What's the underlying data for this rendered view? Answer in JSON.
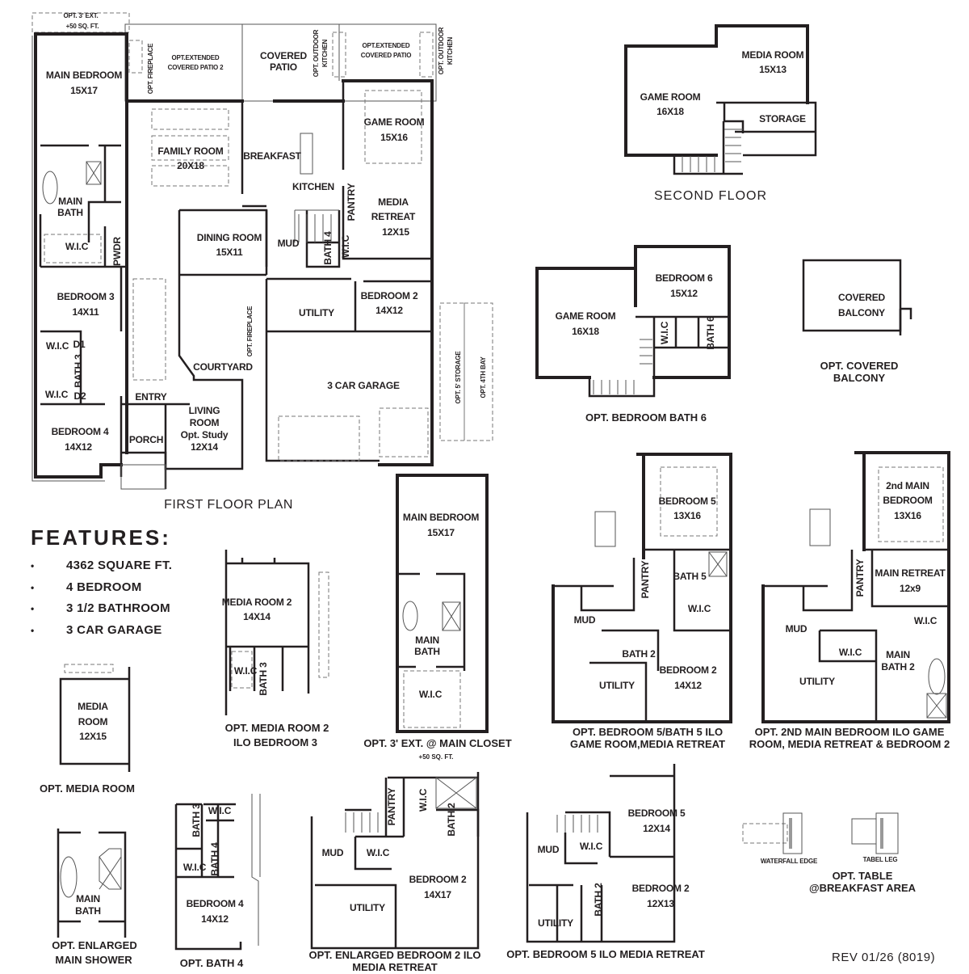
{
  "first_floor": {
    "title": "FIRST FLOOR PLAN",
    "rooms": {
      "opt_3ft_ext": "OPT. 3' EXT.",
      "opt_3ft_ext_sqft": "+50 SQ. FT.",
      "main_bedroom": "MAIN BEDROOM",
      "main_bedroom_size": "15X17",
      "opt_fireplace": "OPT. FIREPLACE",
      "opt_ext_patio2_a": "OPT.EXTENDED",
      "opt_ext_patio2_b": "COVERED PATIO 2",
      "covered_patio_a": "COVERED",
      "covered_patio_b": "PATIO",
      "opt_outdoor_kitchen_a": "OPT. OUTDOOR",
      "opt_outdoor_kitchen_b": "KITCHEN",
      "opt_ext_patio_a": "OPT.EXTENDED",
      "opt_ext_patio_b": "COVERED PATIO",
      "family_room": "FAMILY ROOM",
      "family_room_size": "20X18",
      "breakfast": "BREAKFAST",
      "kitchen": "KITCHEN",
      "pantry": "PANTRY",
      "game_room": "GAME ROOM",
      "game_room_size": "15X16",
      "media_retreat_a": "MEDIA",
      "media_retreat_b": "RETREAT",
      "media_retreat_size": "12X15",
      "main_bath_a": "MAIN",
      "main_bath_b": "BATH",
      "wic": "W.I.C",
      "pwdr": "PWDR",
      "dining_room": "DINING ROOM",
      "dining_room_size": "15X11",
      "mud": "MUD",
      "bath4": "BATH 4",
      "wic_small": "W.I.C",
      "bedroom3": "BEDROOM 3",
      "bedroom3_size": "14X11",
      "wic1": "W.I.C",
      "d1": "D1",
      "bath3": "BATH 3",
      "wic2": "W.I.C",
      "d2": "D2",
      "bedroom4": "BEDROOM 4",
      "bedroom4_size": "14X12",
      "entry": "ENTRY",
      "porch": "PORCH",
      "courtyard": "COURTYARD",
      "opt_fireplace2": "OPT. FIREPLACE",
      "living_room_a": "LIVING",
      "living_room_b": "ROOM",
      "living_room_c": "Opt. Study",
      "living_room_size": "12X14",
      "utility": "UTILITY",
      "bedroom2": "BEDROOM 2",
      "bedroom2_size": "14X12",
      "garage": "3 CAR GARAGE",
      "opt_storage": "OPT. 5' STORAGE",
      "opt_4th_bay": "OPT. 4TH BAY"
    }
  },
  "second_floor": {
    "title": "SECOND FLOOR",
    "game_room": "GAME ROOM",
    "game_room_size": "16X18",
    "media_room": "MEDIA ROOM",
    "media_room_size": "15X13",
    "storage": "STORAGE"
  },
  "opt_bedroom_bath6": {
    "caption": "OPT. BEDROOM BATH 6",
    "game_room": "GAME ROOM",
    "game_room_size": "16X18",
    "bedroom6": "BEDROOM 6",
    "bedroom6_size": "15X12",
    "wic": "W.I.C",
    "bath6": "BATH 6"
  },
  "opt_covered_balcony": {
    "caption_a": "OPT. COVERED",
    "caption_b": "BALCONY",
    "label_a": "COVERED",
    "label_b": "BALCONY"
  },
  "features": {
    "heading": "FEATURES:",
    "bullet": "•",
    "items": [
      "4362 SQUARE FT.",
      "4 BEDROOM",
      "3 1/2 BATHROOM",
      "3 CAR GARAGE"
    ]
  },
  "opt_media_room2": {
    "caption_a": "OPT. MEDIA ROOM 2",
    "caption_b": "ILO BEDROOM 3",
    "media_room2": "MEDIA ROOM 2",
    "size": "14X14",
    "wic": "W.I.C",
    "bath3": "BATH 3"
  },
  "opt_3ft_main_closet": {
    "caption": "OPT. 3' EXT. @ MAIN CLOSET",
    "sub": "+50 SQ. FT.",
    "main_bedroom": "MAIN BEDROOM",
    "size": "15X17",
    "main_bath_a": "MAIN",
    "main_bath_b": "BATH",
    "wic": "W.I.C"
  },
  "opt_bedroom5_bath5": {
    "caption_a": "OPT. BEDROOM 5/BATH 5 ILO",
    "caption_b": "GAME ROOM,MEDIA RETREAT",
    "bedroom5": "BEDROOM 5",
    "bedroom5_size": "13X16",
    "pantry": "PANTRY",
    "bath5": "BATH 5",
    "wic": "W.I.C",
    "mud": "MUD",
    "bath2": "BATH 2",
    "utility": "UTILITY",
    "bedroom2": "BEDROOM 2",
    "bedroom2_size": "14X12"
  },
  "opt_2nd_main_bedroom": {
    "caption_a": "OPT. 2ND MAIN BEDROOM ILO GAME",
    "caption_b": "ROOM, MEDIA RETREAT & BEDROOM 2",
    "bedroom_a": "2nd MAIN",
    "bedroom_b": "BEDROOM",
    "bedroom_size": "13X16",
    "pantry": "PANTRY",
    "main_retreat": "MAIN RETREAT",
    "main_retreat_size": "12x9",
    "wic1": "W.I.C",
    "mud": "MUD",
    "wic2": "W.I.C",
    "main_bath2_a": "MAIN",
    "main_bath2_b": "BATH 2",
    "utility": "UTILITY"
  },
  "opt_media_room": {
    "caption": "OPT. MEDIA ROOM",
    "label_a": "MEDIA",
    "label_b": "ROOM",
    "size": "12X15"
  },
  "opt_enlarged_main_shower": {
    "caption_a": "OPT. ENLARGED",
    "caption_b": "MAIN SHOWER",
    "main_bath_a": "MAIN",
    "main_bath_b": "BATH"
  },
  "opt_bath4": {
    "caption": "OPT. BATH 4",
    "bath3": "BATH 3",
    "wic1": "W.I.C",
    "bath4": "BATH 4",
    "wic2": "W.I.C",
    "bedroom4": "BEDROOM 4",
    "size": "14X12"
  },
  "opt_enlarged_bedroom2": {
    "caption_a": "OPT. ENLARGED BEDROOM 2 ILO",
    "caption_b": "MEDIA RETREAT",
    "pantry": "PANTRY",
    "wic1": "W.I.C",
    "bath2": "BATH 2",
    "mud": "MUD",
    "wic2": "W.I.C",
    "bedroom2": "BEDROOM 2",
    "size": "14X17",
    "utility": "UTILITY"
  },
  "opt_bedroom5_media_retreat": {
    "caption": "OPT. BEDROOM 5 ILO MEDIA RETREAT",
    "bedroom5": "BEDROOM 5",
    "bedroom5_size": "12X14",
    "mud": "MUD",
    "wic": "W.I.C",
    "bedroom2": "BEDROOM 2",
    "bedroom2_size": "12X13",
    "bath2": "BATH 2",
    "utility": "UTILITY"
  },
  "opt_table": {
    "caption_a": "OPT. TABLE",
    "caption_b": "@BREAKFAST AREA",
    "waterfall_edge": "WATERFALL EDGE",
    "table_leg": "TABEL LEG"
  },
  "revision": "REV 01/26 (8019)"
}
